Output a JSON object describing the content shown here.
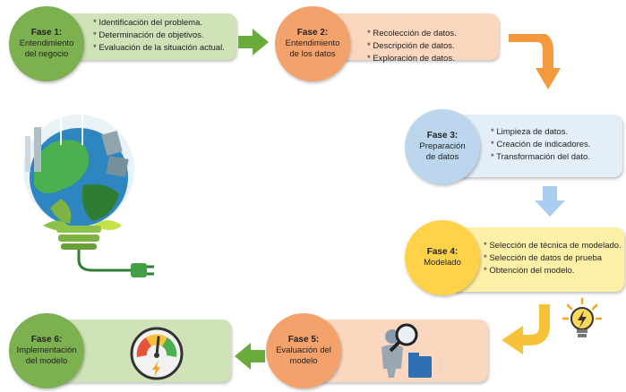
{
  "colors": {
    "phase1": "#7db04f",
    "phase1_box": "#cfe2b8",
    "phase2": "#f4a26b",
    "phase2_box": "#fbd7bf",
    "phase3": "#bcd6ee",
    "phase3_box": "#e3eef9",
    "phase4": "#ffd24a",
    "phase4_box": "#fff0a8",
    "phase5": "#f4a26b",
    "phase5_box": "#fbd7bf",
    "phase6": "#7db04f",
    "phase6_box": "#cfe2b8",
    "arrow_green": "#6aab3c",
    "arrow_orange": "#f59a3c",
    "arrow_blue": "#a9cdee",
    "arrow_yellow": "#f5c23a"
  },
  "phases": [
    {
      "title": "Fase 1:",
      "name": "Entendimiento del negocio",
      "items": [
        "Identificación del problema.",
        "Determinación de objetivos.",
        "Evaluación de la situación actual."
      ]
    },
    {
      "title": "Fase 2:",
      "name": "Entendimiento de los datos",
      "items": [
        "Recolección de datos.",
        "Descripción de datos.",
        "Exploración de datos."
      ]
    },
    {
      "title": "Fase 3:",
      "name": "Preparación de datos",
      "items": [
        "Limpieza de datos.",
        "Creación de indicadores.",
        "Transformación del dato."
      ]
    },
    {
      "title": "Fase 4:",
      "name": "Modelado",
      "items": [
        "Selección de técnica de modelado.",
        "Selección de datos de prueba",
        "Obtención del modelo."
      ]
    },
    {
      "title": "Fase 5:",
      "name": "Evaluación del modelo",
      "items": []
    },
    {
      "title": "Fase 6:",
      "name": "Implementación del modelo",
      "items": []
    }
  ],
  "icons": {
    "bulb_globe": "eco-lightbulb-icon",
    "idea": "lightbulb-icon",
    "search_person": "magnifier-person-icon",
    "gauge": "speedometer-icon"
  }
}
